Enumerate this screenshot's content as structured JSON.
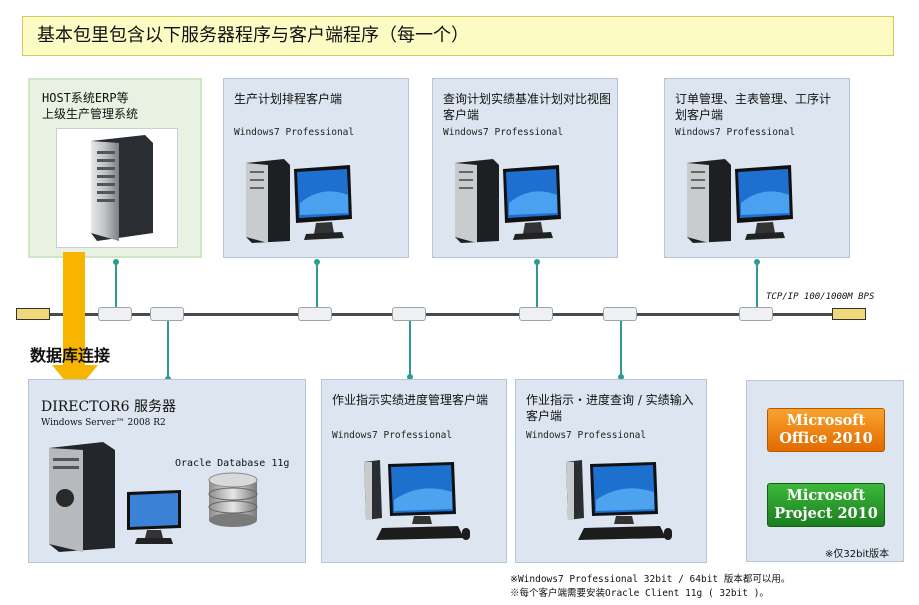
{
  "header": {
    "title": "基本包里包含以下服务器程序与客户端程序（每一个）"
  },
  "host": {
    "line1": "HOST系统ERP等",
    "line2": "上级生产管理系统"
  },
  "clients_top": [
    {
      "title": "生产计划排程客户端",
      "os": "Windows7 Professional"
    },
    {
      "title": "查询计划实绩基准计划对比视图客户端",
      "os": "Windows7 Professional"
    },
    {
      "title": "订单管理、主表管理、工序计划客户端",
      "os": "Windows7 Professional"
    }
  ],
  "network": {
    "label": "TCP/IP 100/1000M BPS"
  },
  "db_connection": {
    "label": "数据库连接"
  },
  "server": {
    "title": "DIRECTOR6  服务器",
    "os": "Windows Server™ 2008  R2",
    "database": "Oracle Database 11g"
  },
  "clients_bottom": [
    {
      "title": "作业指示实绩进度管理客户端",
      "os": "Windows7 Professional"
    },
    {
      "title": "作业指示・进度查询 / 实绩输入客户端",
      "os": "Windows7 Professional"
    }
  ],
  "office": {
    "office_line1": "Microsoft",
    "office_line2": "Office 2010",
    "project_line1": "Microsoft",
    "project_line2": "Project 2010",
    "note": "※仅32bit版本"
  },
  "footnotes": {
    "line1": "※Windows7 Professional 32bit / 64bit 版本都可以用。",
    "line2": "※每个客户端需要安装Oracle Client 11g ( 32bit )。"
  },
  "colors": {
    "title_bg": "#fdfbc4",
    "box_bg": "#dde6f0",
    "host_bg": "#e8f2e2",
    "arrow": "#f7b500",
    "connector": "#2f9a92",
    "office_badge": "#f28a10",
    "project_badge": "#2a9a2b"
  }
}
